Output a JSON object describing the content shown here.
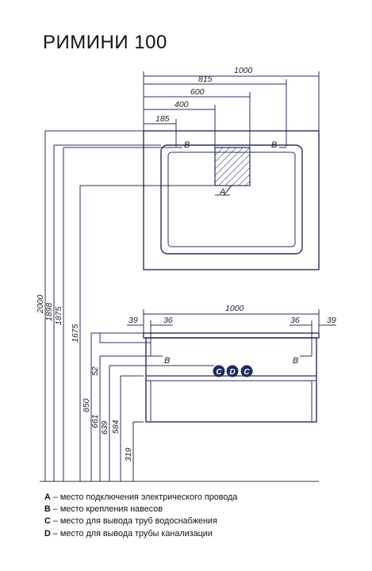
{
  "title": "РИМИНИ 100",
  "mirror": {
    "widths": [
      "1000",
      "815",
      "600",
      "400",
      "185"
    ],
    "labels": {
      "b_left": "B",
      "b_right": "B",
      "a": "A"
    }
  },
  "cabinet": {
    "width": "1000",
    "side_offsets": {
      "left_outer": "39",
      "left_inner": "36",
      "right_inner": "36",
      "right_outer": "39"
    },
    "labels": {
      "b_left": "B",
      "b_right": "B",
      "c1": "C",
      "d": "D",
      "c2": "C"
    }
  },
  "heights": [
    "2000",
    "1898",
    "1875",
    "1675",
    "850",
    "661",
    "639",
    "584",
    "319",
    "52"
  ],
  "legend": [
    {
      "key": "A",
      "text": " – место подключения электрического провода"
    },
    {
      "key": "B",
      "text": " – место крепления навесов"
    },
    {
      "key": "C",
      "text": " – место для вывода труб водоснабжения"
    },
    {
      "key": "D",
      "text": " – место для вывода трубы канализации"
    }
  ],
  "colors": {
    "line": "#2a2f5a",
    "ink": "#1a1a1a",
    "marker_fill": "#1f2a5c"
  }
}
